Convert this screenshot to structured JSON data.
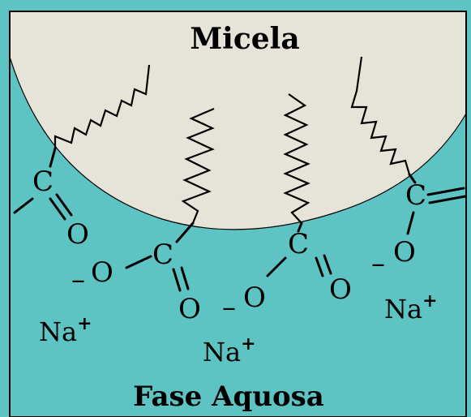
{
  "colors": {
    "micelle": "#e6e4d8",
    "aqueous": "#5dc3c3",
    "frame": "#000000"
  },
  "labels": {
    "micelle": "Micela",
    "aqueous": "Fase Aquosa",
    "carbon": "C",
    "oxygen": "O",
    "minus": "–",
    "sodium": "Na",
    "plus": "+"
  }
}
